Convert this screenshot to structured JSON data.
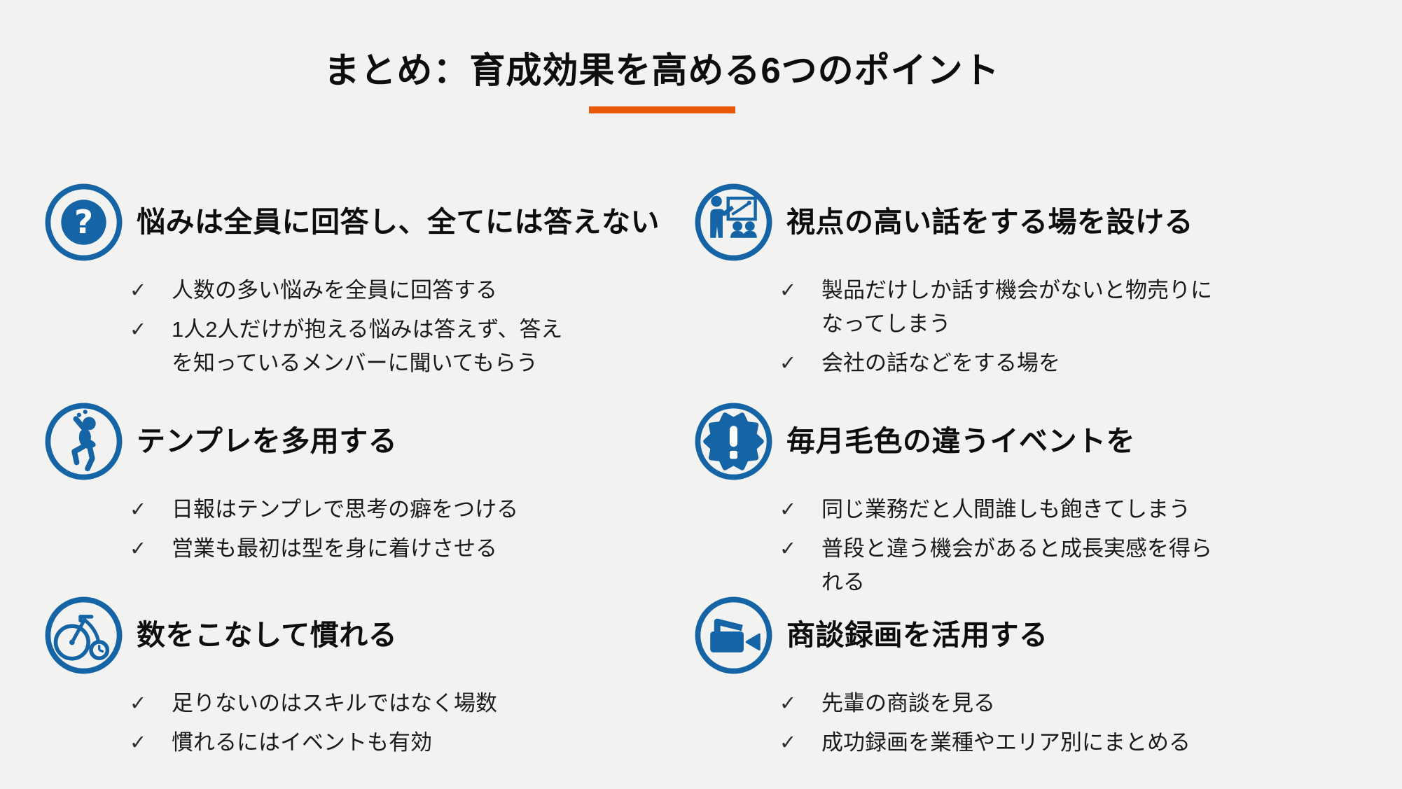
{
  "page": {
    "background": "#F2F2F0",
    "accent_blue": "#1565A6",
    "accent_orange": "#E8590C"
  },
  "header": {
    "title": "まとめ：育成効果を高める6つのポイント"
  },
  "ui": {
    "check_marker": "✓"
  },
  "sections": [
    {
      "icon": "question-icon",
      "title": "悩みは全員に回答し、全てには答えない",
      "bullets": [
        "人数の多い悩みを全員に回答する",
        "1人2人だけが抱える悩みは答えず、答え\nを知っているメンバーに聞いてもらう"
      ]
    },
    {
      "icon": "presentation-icon",
      "title": "視点の高い話をする場を設ける",
      "bullets": [
        "製品だけしか話す機会がないと物売りに\nなってしまう",
        "会社の話などをする場を"
      ]
    },
    {
      "icon": "dancer-icon",
      "title": "テンプレを多用する",
      "bullets": [
        "日報はテンプレで思考の癖をつける",
        "営業も最初は型を身に着けさせる"
      ]
    },
    {
      "icon": "badge-icon",
      "title": "毎月毛色の違うイベントを",
      "bullets": [
        "同じ業務だと人間誰しも飽きてしまう",
        "普段と違う機会があると成長実感を得ら\nれる"
      ]
    },
    {
      "icon": "bicycle-icon",
      "title": "数をこなして慣れる",
      "bullets": [
        "足りないのはスキルではなく場数",
        "慣れるにはイベントも有効"
      ]
    },
    {
      "icon": "camcorder-icon",
      "title": "商談録画を活用する",
      "bullets": [
        "先輩の商談を見る",
        "成功録画を業種やエリア別にまとめる"
      ]
    }
  ]
}
